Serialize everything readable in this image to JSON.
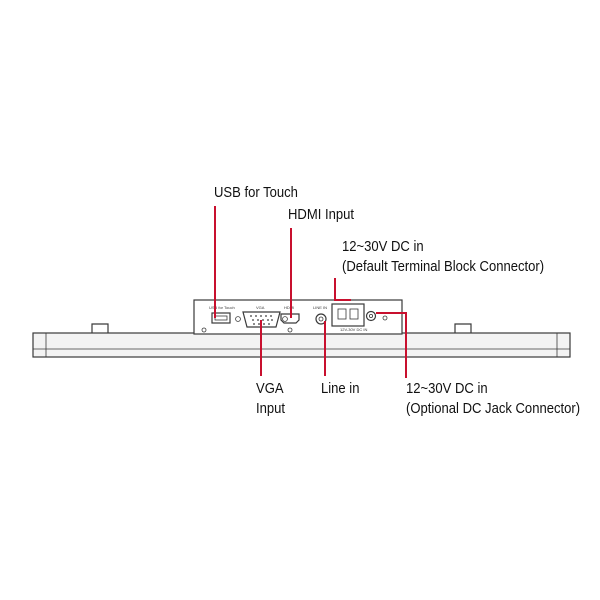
{
  "labels": {
    "usb_touch": "USB for Touch",
    "hdmi": "HDMI Input",
    "dc_terminal_line1": "12~30V DC in",
    "dc_terminal_line2": "(Default Terminal Block Connector)",
    "vga_line1": "VGA",
    "vga_line2": "Input",
    "line_in": "Line in",
    "dc_jack_line1": "12~30V DC in",
    "dc_jack_line2": "(Optional DC Jack Connector)"
  },
  "panel_print": {
    "usb": "USB for Touch",
    "vga": "VGA",
    "hdmi": "HDMI",
    "line": "LINE IN",
    "dc": "12V-30V DC IN"
  },
  "colors": {
    "callout_line": "#c8102e",
    "outline": "#3a3a3a",
    "panel_fill": "#f3f3f3",
    "text": "#111111"
  }
}
